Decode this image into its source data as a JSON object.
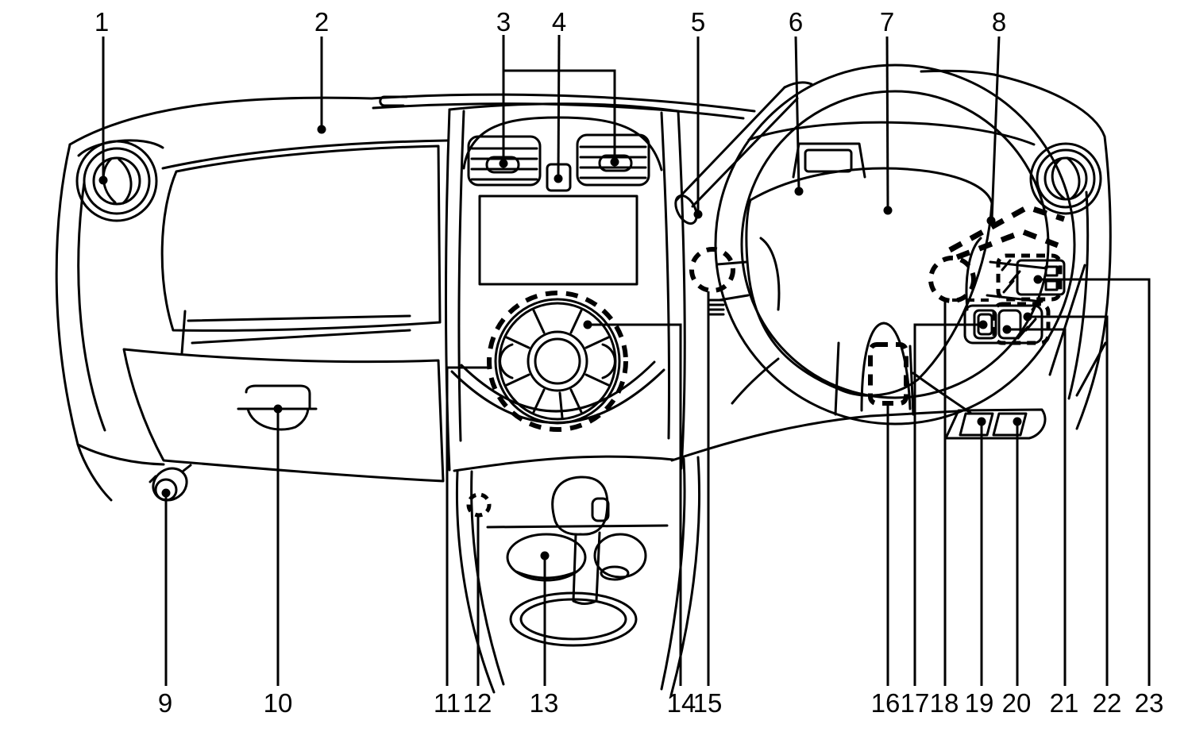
{
  "figure": {
    "description_background": "#ffffff",
    "line_color": "#000000",
    "callouts": [
      {
        "n": "1"
      },
      {
        "n": "2"
      },
      {
        "n": "3"
      },
      {
        "n": "4"
      },
      {
        "n": "5"
      },
      {
        "n": "6"
      },
      {
        "n": "7"
      },
      {
        "n": "8"
      },
      {
        "n": "9"
      },
      {
        "n": "10"
      },
      {
        "n": "11"
      },
      {
        "n": "12"
      },
      {
        "n": "13"
      },
      {
        "n": "14"
      },
      {
        "n": "15"
      },
      {
        "n": "16"
      },
      {
        "n": "17"
      },
      {
        "n": "18"
      },
      {
        "n": "19"
      },
      {
        "n": "20"
      },
      {
        "n": "21"
      },
      {
        "n": "22"
      },
      {
        "n": "23"
      }
    ]
  }
}
